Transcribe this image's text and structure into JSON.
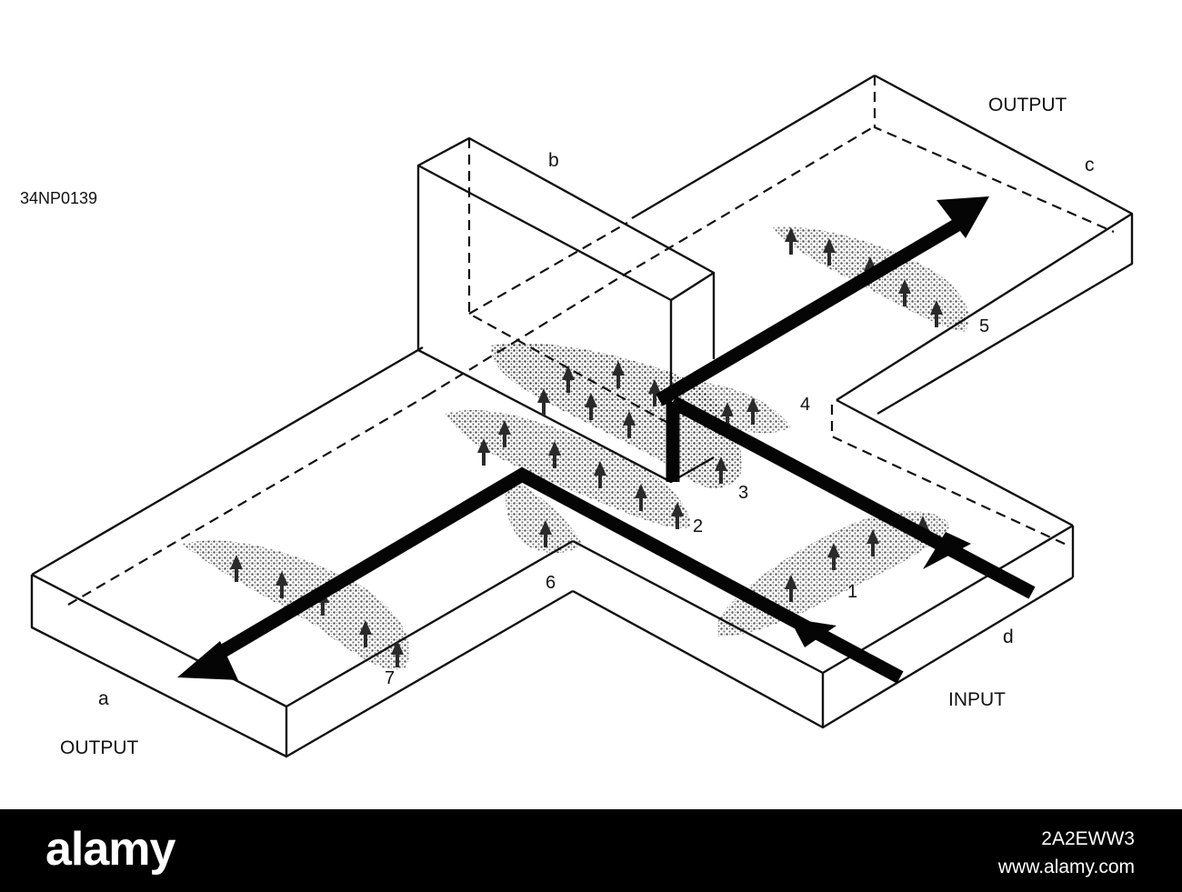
{
  "diagram": {
    "code": "34NP0139",
    "port_labels": {
      "a": "a",
      "b": "b",
      "c": "c",
      "d": "d"
    },
    "output_label_left": "OUTPUT",
    "output_label_right": "OUTPUT",
    "input_label": "INPUT",
    "mode_numbers": [
      "1",
      "2",
      "3",
      "4",
      "5",
      "6",
      "7"
    ]
  },
  "footer": {
    "brand": "alamy",
    "image_id": "2A2EWW3",
    "url": "www.alamy.com"
  }
}
